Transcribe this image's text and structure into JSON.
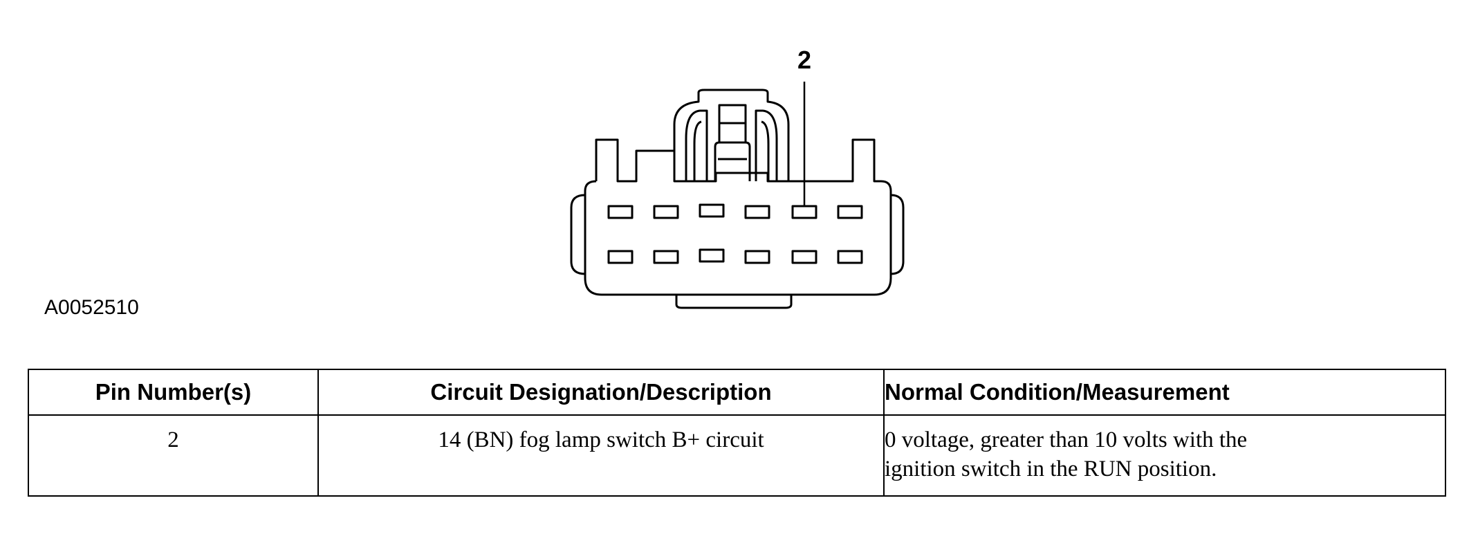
{
  "figure": {
    "id": "A0052510",
    "callout": "2"
  },
  "table": {
    "headers": [
      "Pin Number(s)",
      "Circuit Designation/Description",
      "Normal Condition/Measurement"
    ],
    "rows": [
      {
        "pin": "2",
        "circuit": "14 (BN) fog lamp switch B+ circuit",
        "condition_lines": [
          "0 voltage, greater than 10 volts with the",
          "ignition switch in the RUN position."
        ]
      }
    ]
  }
}
